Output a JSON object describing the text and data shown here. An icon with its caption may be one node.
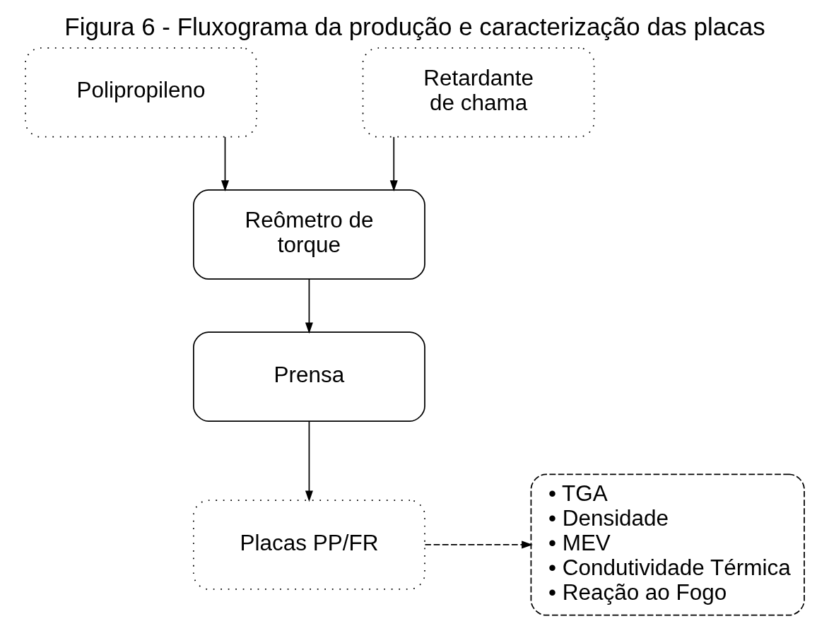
{
  "diagram": {
    "title": "Figura 6 - Fluxograma da produção e caracterização das placas",
    "nodes": [
      {
        "text": [
          "Polipropileno"
        ]
      },
      {
        "text": [
          "Retardante de chama"
        ]
      },
      {
        "text": [
          "Reômetro de torque"
        ]
      },
      {
        "text": [
          "Prensa"
        ]
      },
      {
        "text": [
          "Placas PP/FR"
        ]
      },
      {
        "text": [
          "• TGA",
          "• Densidade",
          "• MEV",
          "• Condutividade Térmica",
          "• Reação ao Fogo"
        ]
      }
    ],
    "edges": [
      {
        "from": 0,
        "to": 2,
        "arrow": "to"
      },
      {
        "from": 1,
        "to": 2,
        "arrow": "to"
      },
      {
        "from": 2,
        "to": 3,
        "arrow": "to"
      },
      {
        "from": 3,
        "to": 4,
        "arrow": "to"
      },
      {
        "from": 4,
        "to": 5,
        "arrow": "to",
        "style": "dashed"
      }
    ]
  }
}
